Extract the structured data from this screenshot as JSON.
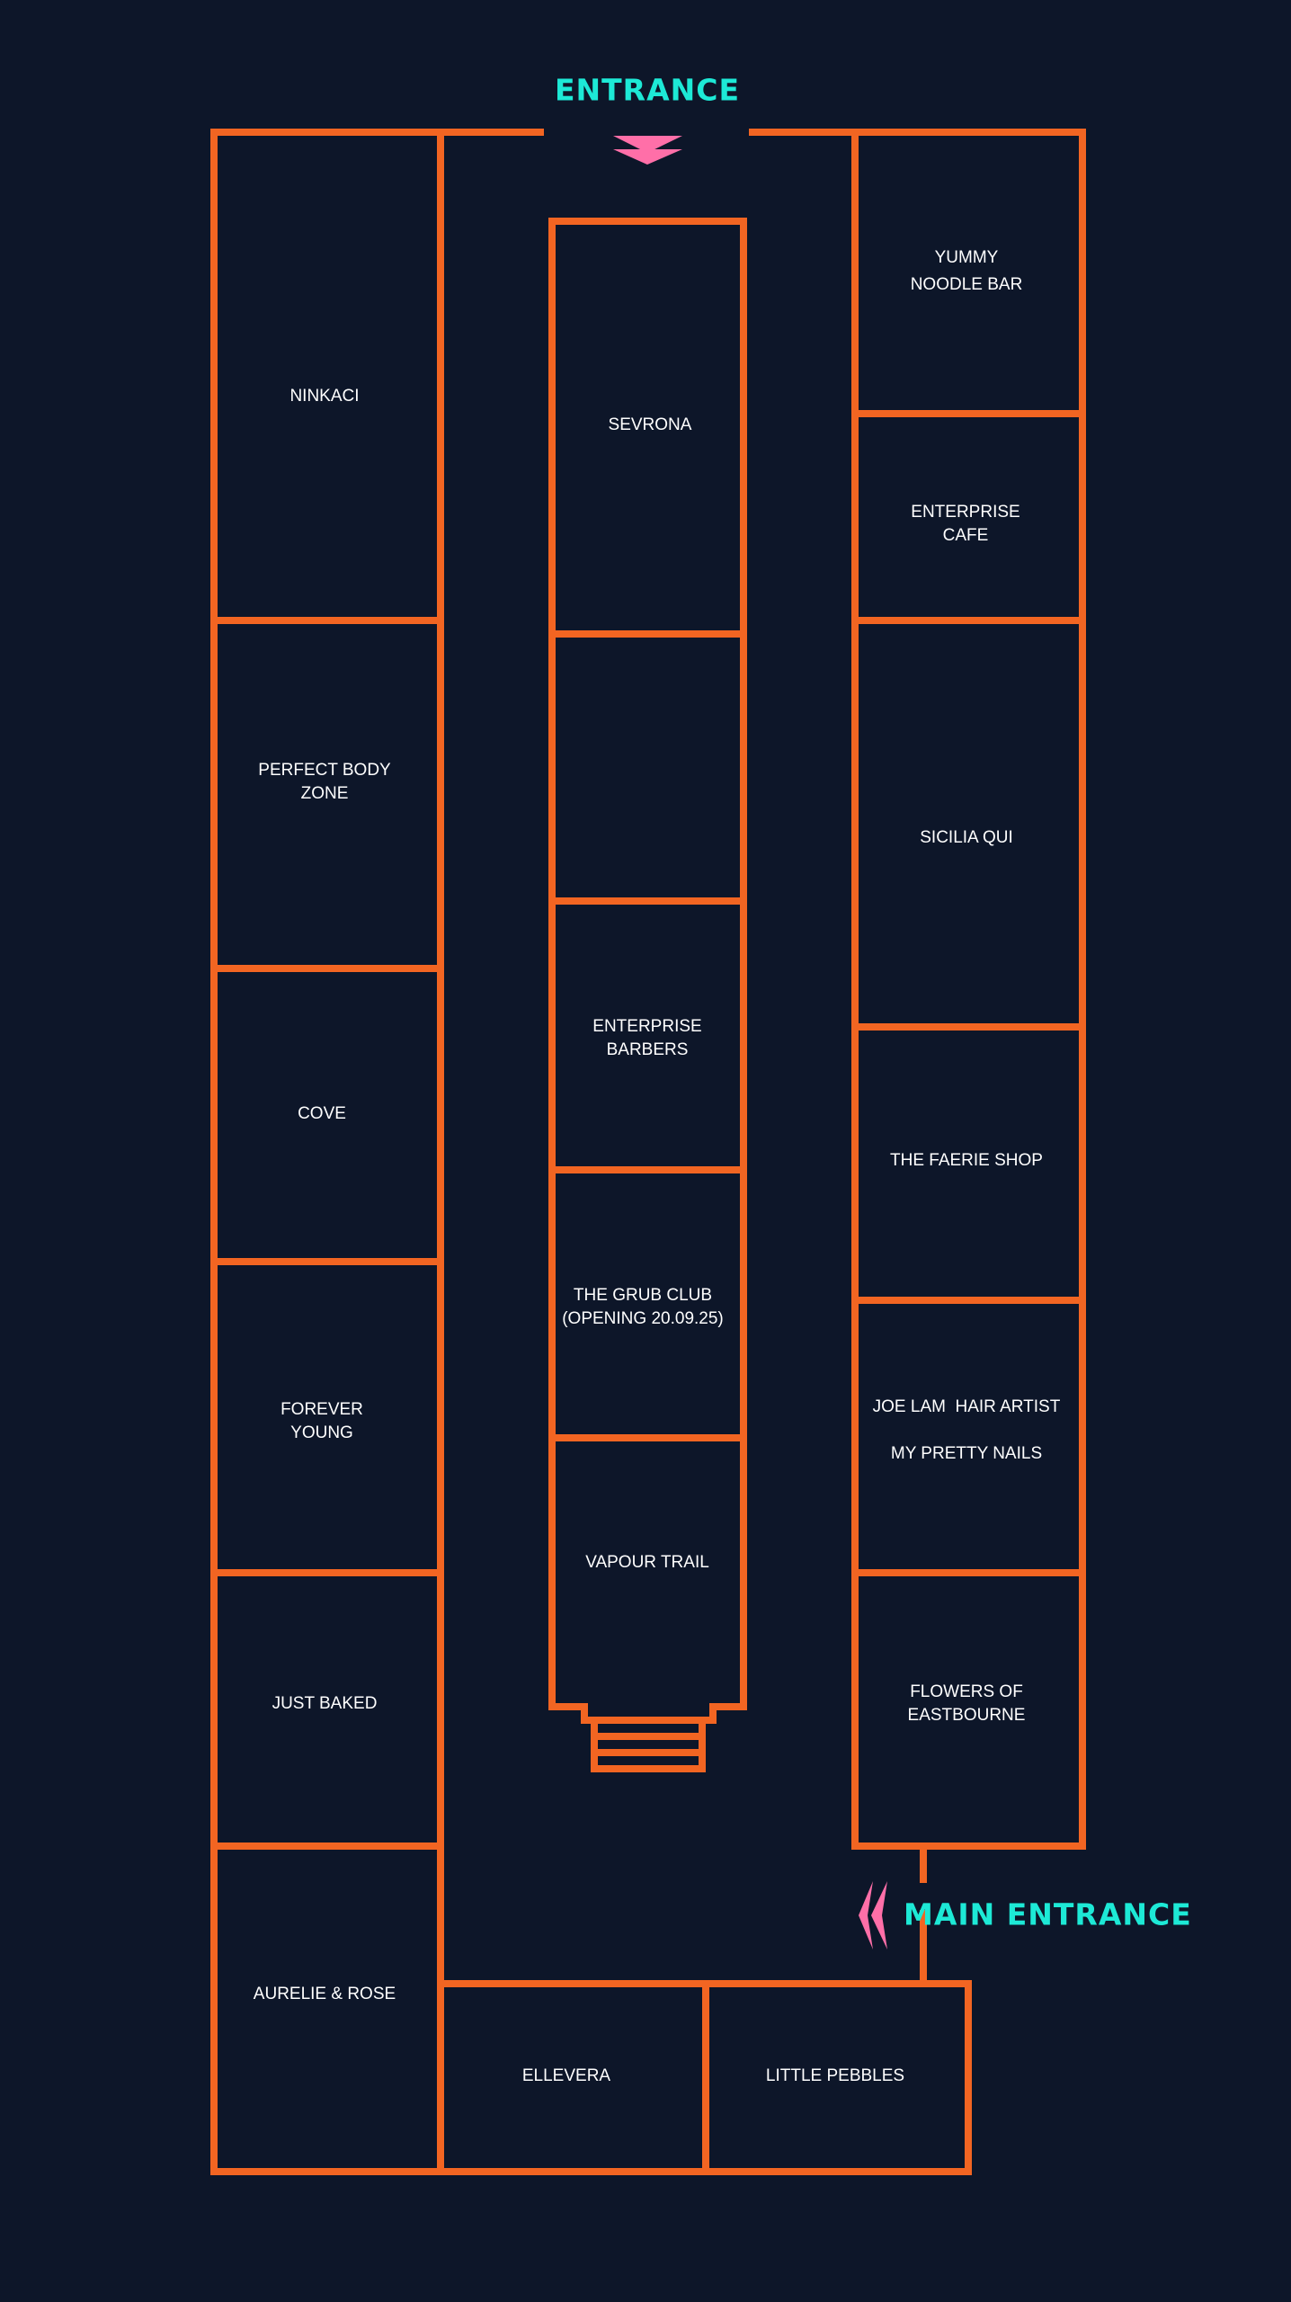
{
  "entrance": {
    "label": "ENTRANCE"
  },
  "main_entrance": {
    "label": "MAIN ENTRANCE"
  },
  "colors": {
    "background": "#0d1629",
    "walls": "#f26522",
    "entrance_text": "#1de9d6",
    "arrows": "#ff6fa8",
    "labels": "#ffffff"
  },
  "stores": {
    "ninkaci": [
      "NINKACI"
    ],
    "perfect_body_zone": [
      "PERFECT BODY",
      "ZONE"
    ],
    "cove": [
      "COVE"
    ],
    "forever_young": [
      "FOREVER",
      "YOUNG"
    ],
    "just_baked": [
      "JUST BAKED"
    ],
    "aurelie_rose": [
      "AURELIE & ROSE"
    ],
    "sevrona": [
      "SEVRONA"
    ],
    "enterprise_barbers": [
      "ENTERPRISE",
      "BARBERS"
    ],
    "grub_club": [
      "THE GRUB CLUB",
      "(OPENING 20.09.25)"
    ],
    "vapour_trail": [
      "VAPOUR TRAIL"
    ],
    "yummy_noodle_bar": [
      "YUMMY",
      "NOODLE BAR"
    ],
    "enterprise_cafe": [
      "ENTERPRISE",
      "CAFE"
    ],
    "sicilia_qui": [
      "SICILIA QUI"
    ],
    "faerie_shop": [
      "THE FAERIE SHOP"
    ],
    "joe_lam": [
      "JOE LAM  HAIR ARTIST",
      "MY PRETTY NAILS"
    ],
    "flowers_eastbourne": [
      "FLOWERS OF",
      "EASTBOURNE"
    ],
    "ellevera": [
      "ELLEVERA"
    ],
    "little_pebbles": [
      "LITTLE PEBBLES"
    ]
  }
}
